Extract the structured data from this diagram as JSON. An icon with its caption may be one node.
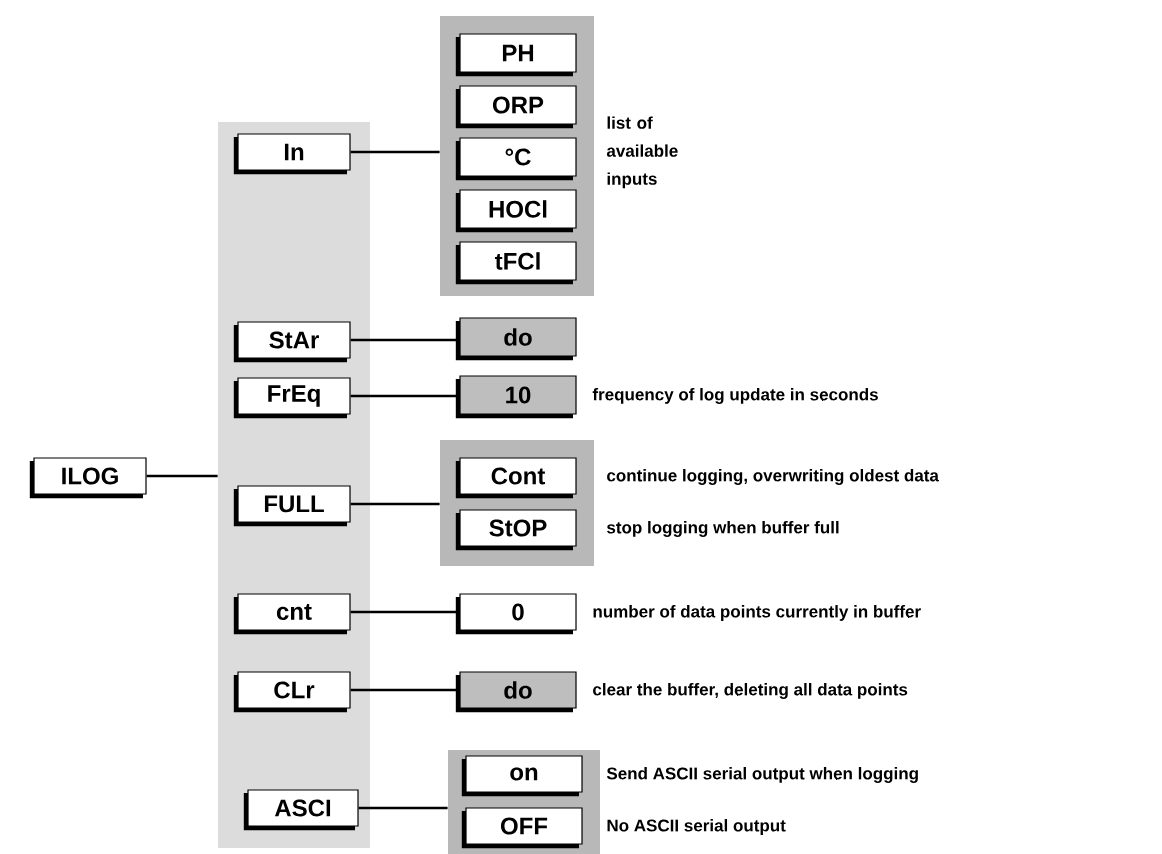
{
  "diagram": {
    "nodes": [
      {
        "text": [
          "ILOG"
        ]
      },
      {
        "text": [],
        "shape": "box"
      },
      {
        "text": [
          "In"
        ],
        "in": 1
      },
      {
        "text": [
          "StAr"
        ],
        "in": 1
      },
      {
        "text": [
          "FrEq"
        ],
        "in": 1
      },
      {
        "text": [
          "FULL"
        ],
        "in": 1
      },
      {
        "text": [
          "cnt"
        ],
        "in": 1
      },
      {
        "text": [
          "CLr"
        ],
        "in": 1
      },
      {
        "text": [
          "ASCI"
        ],
        "in": 1
      },
      {
        "text": [],
        "shape": "box",
        "beside": [
          "list of available inputs"
        ]
      },
      {
        "text": [
          "PH"
        ],
        "in": 9
      },
      {
        "text": [
          "ORP"
        ],
        "in": 9
      },
      {
        "text": [
          "°C"
        ],
        "in": 9
      },
      {
        "text": [
          "HOCl"
        ],
        "in": 9
      },
      {
        "text": [
          "tFCl"
        ],
        "in": 9
      },
      {
        "text": [
          "do"
        ]
      },
      {
        "text": [
          "10"
        ],
        "beside": [
          "frequency of log update in seconds"
        ]
      },
      {
        "text": [],
        "shape": "box"
      },
      {
        "text": [
          "Cont"
        ],
        "in": 17,
        "beside": [
          "continue logging, overwriting oldest data"
        ]
      },
      {
        "text": [
          "StOP"
        ],
        "in": 17,
        "beside": [
          "stop logging when buffer full"
        ]
      },
      {
        "text": [
          "0"
        ],
        "beside": [
          "number of data points currently in buffer"
        ]
      },
      {
        "text": [
          "do"
        ],
        "beside": [
          "clear the buffer, deleting all data points"
        ]
      },
      {
        "text": [],
        "shape": "box"
      },
      {
        "text": [
          "on"
        ],
        "in": 22,
        "beside": [
          "Send ASCII serial output when logging"
        ]
      },
      {
        "text": [
          "OFF"
        ],
        "in": 22,
        "beside": [
          "No ASCII serial output"
        ]
      }
    ],
    "edges": [
      {
        "from": 0,
        "to": 1,
        "arrow": "none"
      },
      {
        "from": 2,
        "to": 9,
        "arrow": "none"
      },
      {
        "from": 3,
        "to": 15,
        "arrow": "none"
      },
      {
        "from": 4,
        "to": 16,
        "arrow": "none"
      },
      {
        "from": 5,
        "to": 17,
        "arrow": "none"
      },
      {
        "from": 6,
        "to": 20,
        "arrow": "none"
      },
      {
        "from": 7,
        "to": 21,
        "arrow": "none"
      },
      {
        "from": 8,
        "to": 22,
        "arrow": "none"
      }
    ]
  }
}
